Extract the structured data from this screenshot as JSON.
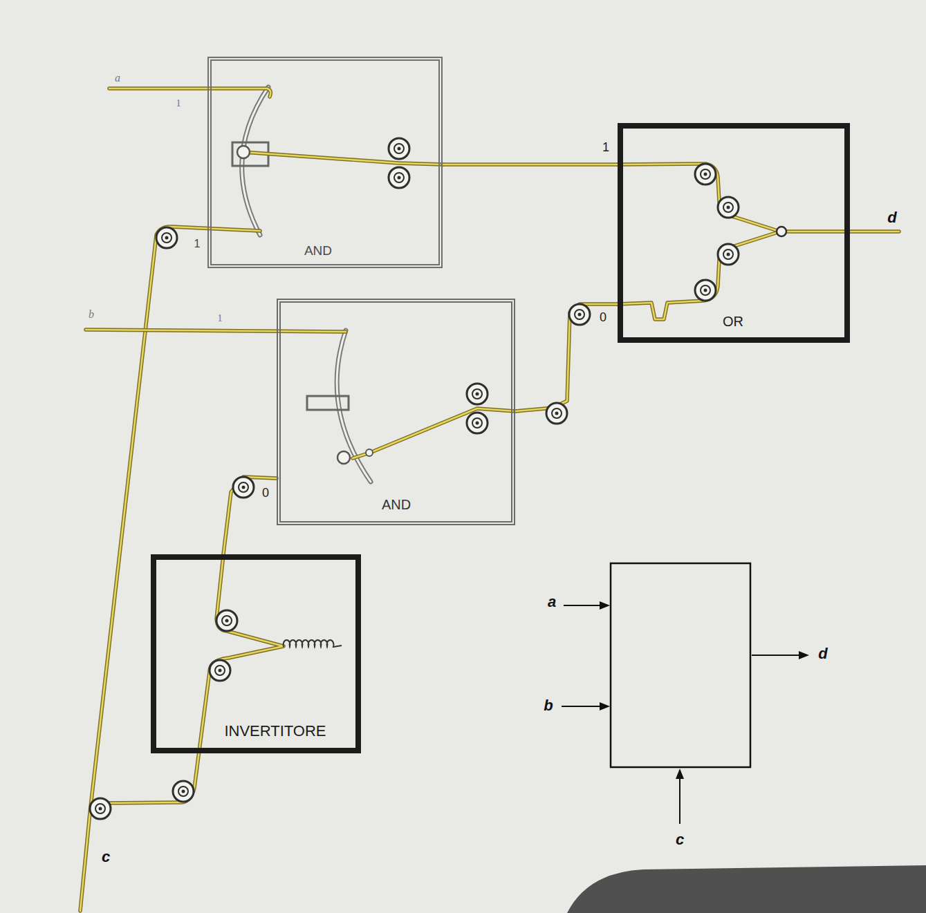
{
  "diagram": {
    "nodes": [
      {
        "text": [
          "AND"
        ]
      },
      {
        "text": [
          "AND"
        ]
      },
      {
        "text": [
          "OR"
        ]
      },
      {
        "text": [
          "INVERTITORE"
        ]
      }
    ],
    "edges": [
      {
        "from": 0,
        "to": 2,
        "arrow": "none"
      },
      {
        "from": 1,
        "to": 2,
        "arrow": "none"
      },
      {
        "from": 3,
        "to": 1,
        "arrow": "none"
      }
    ],
    "labels": [
      "a",
      "1",
      "1",
      "d",
      "1",
      "b",
      "1",
      "0",
      "0",
      "a",
      "d",
      "b",
      "c",
      "c"
    ]
  }
}
